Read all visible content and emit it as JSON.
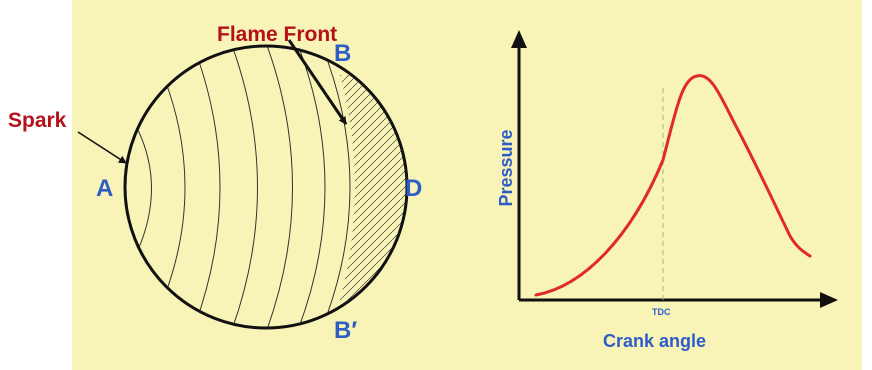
{
  "labels": {
    "spark": "Spark",
    "flame_front": "Flame Front",
    "point_a": "A",
    "point_b": "B",
    "point_d": "D",
    "point_b_prime": "B′"
  },
  "graph": {
    "y_axis_label": "Pressure",
    "x_axis_label": "Crank angle",
    "tdc_label": "TDC"
  },
  "colors": {
    "background": "#f8f3b6",
    "label_red": "#b3121b",
    "label_blue": "#2e5dc8",
    "curve": "#e02a22",
    "outline": "#111111"
  }
}
